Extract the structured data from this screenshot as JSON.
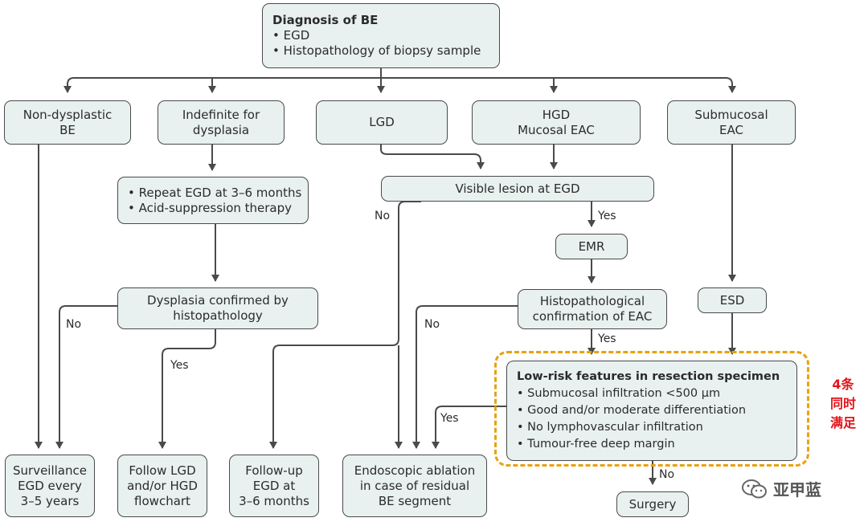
{
  "nodes": {
    "diagnosis": {
      "title": "Diagnosis of BE",
      "items": [
        "EGD",
        "Histopathology of biopsy sample"
      ]
    },
    "non_dysplastic": {
      "lines": [
        "Non-dysplastic",
        "BE"
      ]
    },
    "indefinite": {
      "lines": [
        "Indefinite for",
        "dysplasia"
      ]
    },
    "lgd": {
      "lines": [
        "LGD"
      ]
    },
    "hgd": {
      "lines": [
        "HGD",
        "Mucosal EAC"
      ]
    },
    "submucosal": {
      "lines": [
        "Submucosal",
        "EAC"
      ]
    },
    "repeat": {
      "items": [
        "Repeat EGD at 3–6 months",
        "Acid-suppression therapy"
      ]
    },
    "visible": {
      "lines": [
        "Visible lesion at EGD"
      ]
    },
    "emr": {
      "lines": [
        "EMR"
      ]
    },
    "dysplasia_confirmed": {
      "lines": [
        "Dysplasia confirmed by",
        "histopathology"
      ]
    },
    "histo_eac": {
      "lines": [
        "Histopathological",
        "confirmation of EAC"
      ]
    },
    "esd": {
      "lines": [
        "ESD"
      ]
    },
    "lowrisk": {
      "title": "Low-risk features in resection specimen",
      "items": [
        "Submucosal infiltration <500 µm",
        "Good and/or moderate differentiation",
        "No lymphovascular infiltration",
        "Tumour-free deep margin"
      ]
    },
    "surveillance": {
      "lines": [
        "Surveillance",
        "EGD every",
        "3–5 years"
      ]
    },
    "follow_lgd": {
      "lines": [
        "Follow LGD",
        "and/or HGD",
        "flowchart"
      ]
    },
    "followup": {
      "lines": [
        "Follow-up",
        "EGD at",
        "3–6 months"
      ]
    },
    "ablation": {
      "lines": [
        "Endoscopic ablation",
        "in case of residual",
        "BE segment"
      ]
    },
    "surgery": {
      "lines": [
        "Surgery"
      ]
    }
  },
  "edge_labels": {
    "no_visible": "No",
    "yes_emr": "Yes",
    "no_dysplasia": "No",
    "yes_dysplasia": "Yes",
    "no_histo": "No",
    "yes_histo": "Yes",
    "yes_lowrisk": "Yes",
    "no_lowrisk": "No"
  },
  "annotation": {
    "lines": [
      "4条",
      "同时",
      "满足"
    ],
    "color": "#e3141b",
    "highlight_color": "#e8a10e"
  },
  "watermark": {
    "text": "亚甲蓝",
    "icon": "wechat-icon"
  },
  "colors": {
    "box_fill": "#e8f1ef",
    "stroke": "#4a4a4a"
  }
}
